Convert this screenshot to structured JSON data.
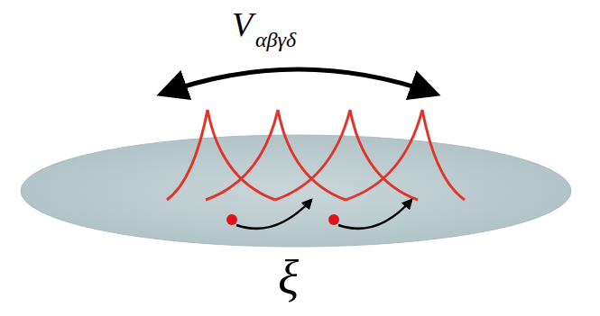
{
  "diagram": {
    "labels": [
      "V",
      "αβγδ",
      "ξ"
    ]
  }
}
